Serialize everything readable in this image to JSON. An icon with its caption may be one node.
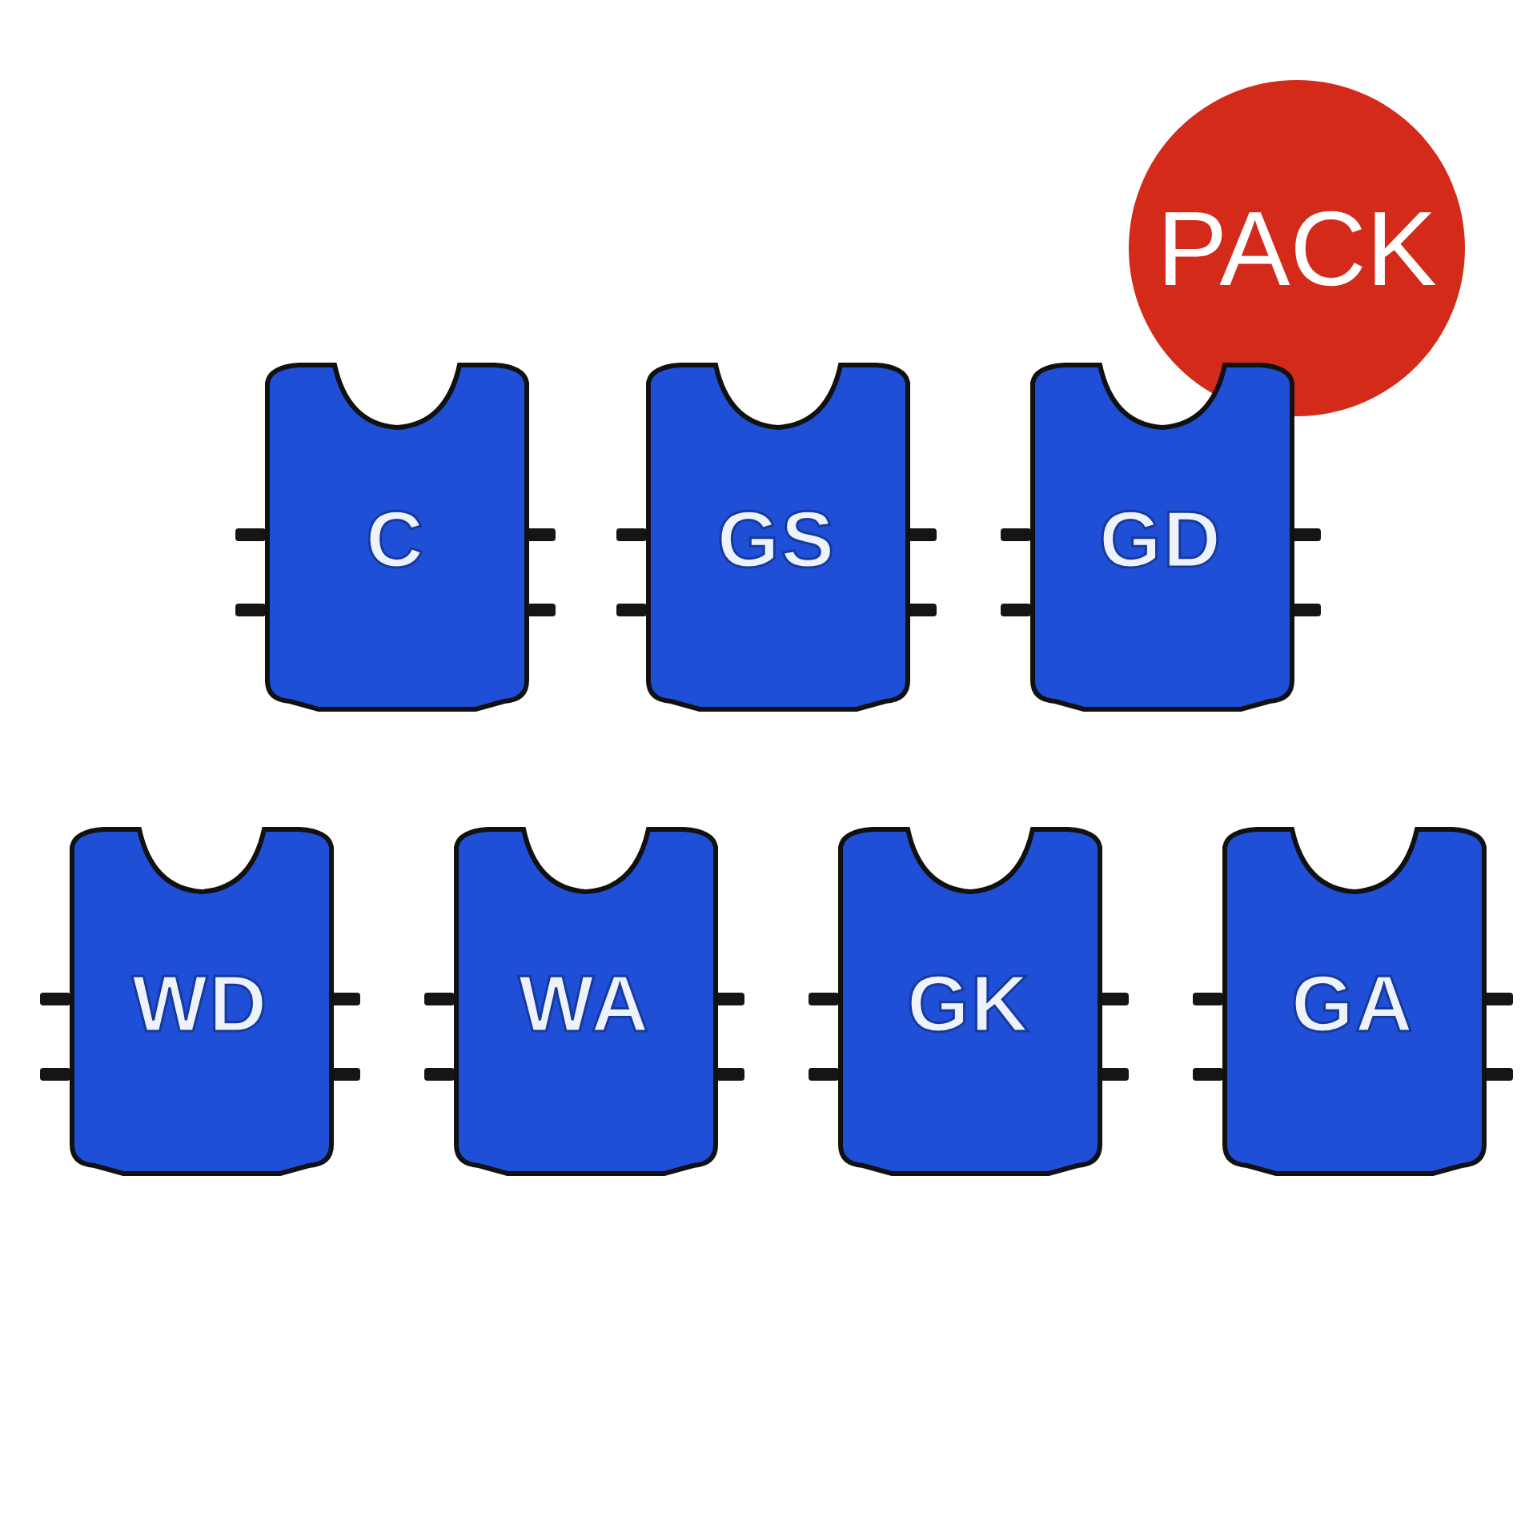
{
  "diagram": {
    "nodes": [
      {
        "text": [
          "PACK"
        ]
      },
      {
        "text": [
          "C"
        ]
      },
      {
        "text": [
          "GS"
        ]
      },
      {
        "text": [
          "GD"
        ]
      },
      {
        "text": [
          "WD"
        ]
      },
      {
        "text": [
          "WA"
        ]
      },
      {
        "text": [
          "GK"
        ]
      },
      {
        "text": [
          "GA"
        ]
      }
    ]
  }
}
